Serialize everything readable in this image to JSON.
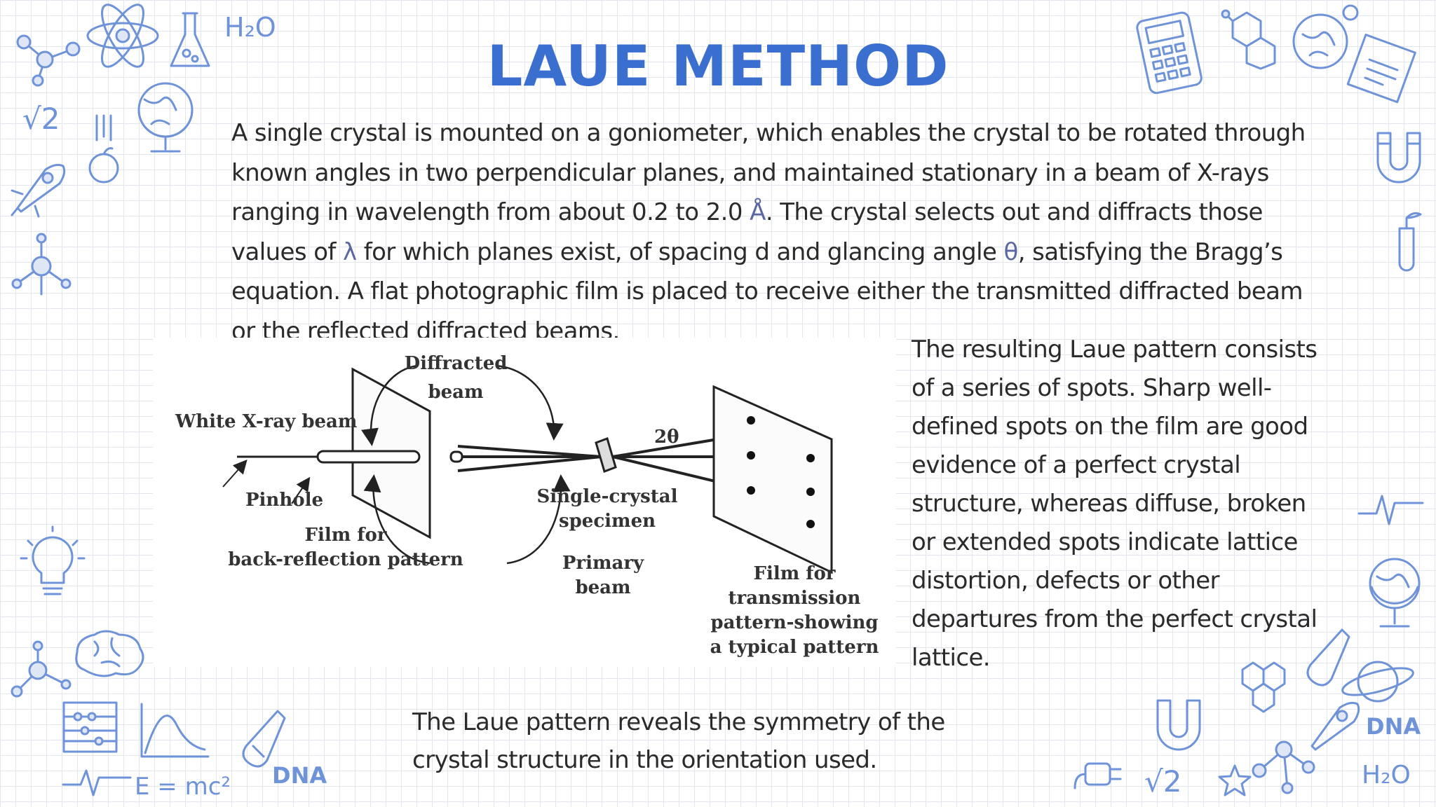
{
  "slide": {
    "title": "LAUE METHOD",
    "intro": {
      "part1": "A single crystal is mounted on a goniometer, which enables the crystal to be rotated through known angles in two perpendicular planes, and maintained stationary in a beam of X-rays ranging in wavelength from about 0.2 to 2.0 ",
      "angstrom": "Å",
      "part2": ". The crystal selects out and diffracts those values of ",
      "lambda": "λ",
      "part3": " for which planes exist, of spacing d and glancing angle ",
      "theta": "θ",
      "part4": ", satisfying the Bragg’s equation. A flat photographic film is placed to receive either the transmitted diffracted beam or the reflected diffracted beams."
    },
    "result_text": "The resulting Laue pattern consists of a series of spots. Sharp well-defined spots on the film are good evidence of a perfect crystal structure, whereas diffuse, broken or extended spots indicate lattice distortion, defects or other departures from the perfect crystal lattice.",
    "reveal_text": "The Laue pattern reveals the symmetry of the crystal structure in the orientation used."
  },
  "diagram": {
    "white_beam": "White X-ray beam",
    "pinhole": "Pinhole",
    "film_back_1": "Film for",
    "film_back_2": "back-reflection pattern",
    "diffracted_1": "Diffracted",
    "diffracted_2": "beam",
    "two_theta": "2θ",
    "specimen_1": "Single-crystal",
    "specimen_2": "specimen",
    "primary_1": "Primary",
    "primary_2": "beam",
    "film_trans_1": "Film for",
    "film_trans_2": "transmission",
    "film_trans_3": "pattern-showing",
    "film_trans_4": "a typical pattern"
  },
  "decorations": {
    "h2o": "H₂O",
    "sqrt2": "√2",
    "emc2": "E = mc²",
    "dna": "DNA"
  },
  "colors": {
    "title": "#3a6fd0",
    "doodle": "#6f93d8",
    "grid": "#e3e6ec",
    "body_text": "#2a2a2a"
  }
}
